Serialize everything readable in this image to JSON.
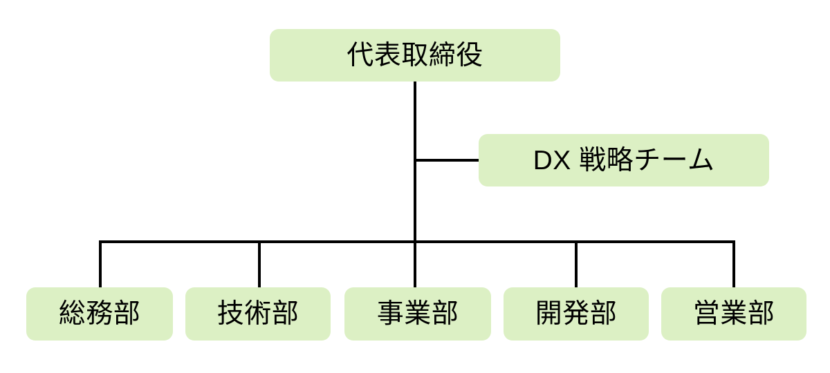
{
  "chart_data": {
    "type": "diagram",
    "title": "",
    "diagram_kind": "organization-chart",
    "orientation": "top-down",
    "node_fill_color": "#dcf0c4",
    "text_color": "#000000",
    "connector_color": "#000000",
    "background_color": "#ffffff",
    "nodes": [
      {
        "id": "root",
        "label": "代表取締役",
        "level": 0,
        "role": "executive"
      },
      {
        "id": "staff",
        "label": "DX 戦略チーム",
        "level": 1,
        "role": "staff-unit"
      },
      {
        "id": "d0",
        "label": "総務部",
        "level": 2,
        "role": "department"
      },
      {
        "id": "d1",
        "label": "技術部",
        "level": 2,
        "role": "department"
      },
      {
        "id": "d2",
        "label": "事業部",
        "level": 2,
        "role": "department"
      },
      {
        "id": "d3",
        "label": "開発部",
        "level": 2,
        "role": "department"
      },
      {
        "id": "d4",
        "label": "営業部",
        "level": 2,
        "role": "department"
      }
    ],
    "edges": [
      {
        "from": "root",
        "to": "staff",
        "style": "lateral-stub"
      },
      {
        "from": "root",
        "to": "d0",
        "style": "orthogonal"
      },
      {
        "from": "root",
        "to": "d1",
        "style": "orthogonal"
      },
      {
        "from": "root",
        "to": "d2",
        "style": "orthogonal"
      },
      {
        "from": "root",
        "to": "d3",
        "style": "orthogonal"
      },
      {
        "from": "root",
        "to": "d4",
        "style": "orthogonal"
      }
    ]
  },
  "chart": {
    "root": {
      "label": "代表取締役"
    },
    "staff": {
      "label": "DX 戦略チーム"
    },
    "departments": [
      {
        "label": "総務部"
      },
      {
        "label": "技術部"
      },
      {
        "label": "事業部"
      },
      {
        "label": "開発部"
      },
      {
        "label": "営業部"
      }
    ]
  }
}
